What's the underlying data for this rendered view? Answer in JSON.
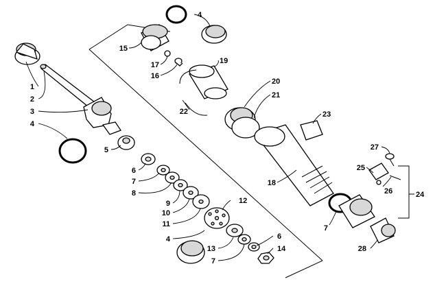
{
  "callouts": [
    {
      "id": "c1",
      "text": "1"
    },
    {
      "id": "c2",
      "text": "2"
    },
    {
      "id": "c3",
      "text": "3"
    },
    {
      "id": "c4a",
      "text": "4"
    },
    {
      "id": "c5",
      "text": "5"
    },
    {
      "id": "c6a",
      "text": "6"
    },
    {
      "id": "c7a",
      "text": "7"
    },
    {
      "id": "c8",
      "text": "8"
    },
    {
      "id": "c9",
      "text": "9"
    },
    {
      "id": "c10",
      "text": "10"
    },
    {
      "id": "c11",
      "text": "11"
    },
    {
      "id": "c4b",
      "text": "4"
    },
    {
      "id": "c12",
      "text": "12"
    },
    {
      "id": "c13",
      "text": "13"
    },
    {
      "id": "c7b",
      "text": "7"
    },
    {
      "id": "c6b",
      "text": "6"
    },
    {
      "id": "c14",
      "text": "14"
    },
    {
      "id": "c4c",
      "text": "4"
    },
    {
      "id": "c15",
      "text": "15"
    },
    {
      "id": "c17",
      "text": "17"
    },
    {
      "id": "c16",
      "text": "16"
    },
    {
      "id": "c19",
      "text": "19"
    },
    {
      "id": "c22",
      "text": "22"
    },
    {
      "id": "c20",
      "text": "20"
    },
    {
      "id": "c21",
      "text": "21"
    },
    {
      "id": "c23",
      "text": "23"
    },
    {
      "id": "c18",
      "text": "18"
    },
    {
      "id": "c7c",
      "text": "7"
    },
    {
      "id": "c27",
      "text": "27"
    },
    {
      "id": "c25",
      "text": "25"
    },
    {
      "id": "c26",
      "text": "26"
    },
    {
      "id": "c24",
      "text": "24"
    },
    {
      "id": "c28",
      "text": "28"
    }
  ]
}
